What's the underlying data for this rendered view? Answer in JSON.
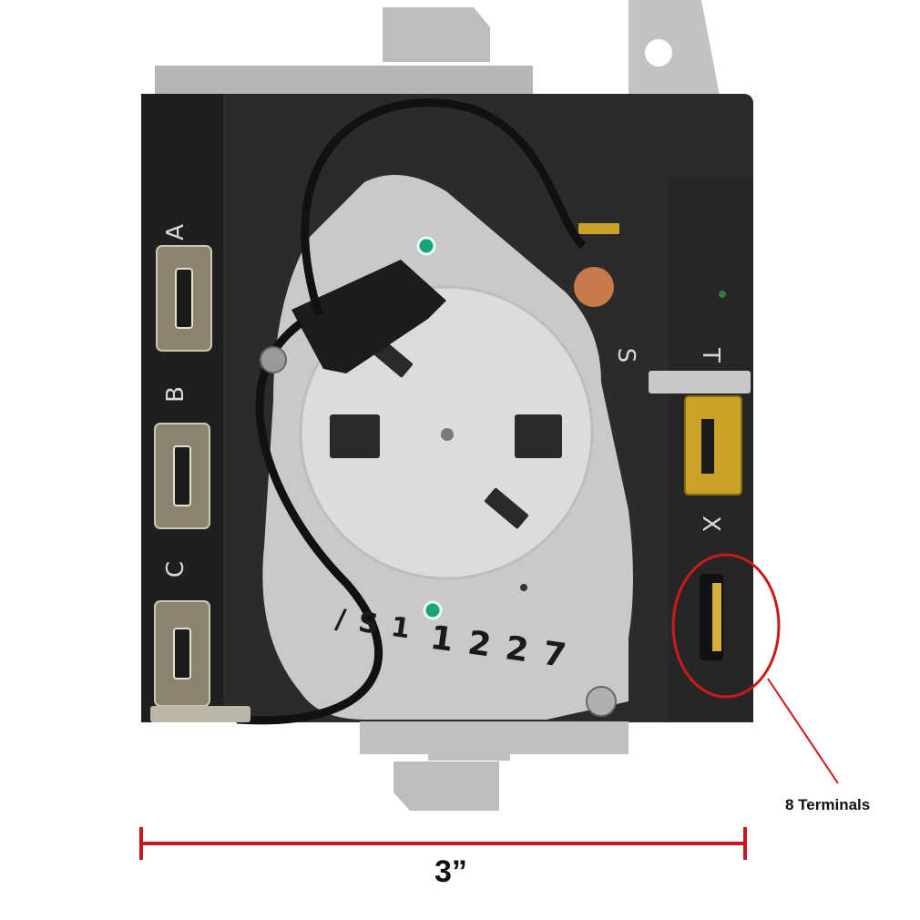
{
  "image": {
    "subject": "Dryer timer motor assembly",
    "background_color": "#ffffff"
  },
  "component": {
    "housing_color": "#2a2a2a",
    "motor_color": "#d8d8d8",
    "bracket_color": "#b8b8b8",
    "terminal_labels_left": [
      "A",
      "B",
      "C"
    ],
    "terminal_labels_right": [
      "S",
      "T",
      "X"
    ],
    "motor_stamp": "1 2 2 7",
    "motor_stamp_prefix": "/ S 1",
    "indicator_dot_color": "#1aa37a",
    "contact_color": "#c97a4a",
    "brass_terminal_color": "#c9a227"
  },
  "annotations": {
    "callout_label": "8 Terminals",
    "callout_color": "#cc1a1a",
    "dimension_label": "3”",
    "dimension_color": "#c8161d"
  }
}
